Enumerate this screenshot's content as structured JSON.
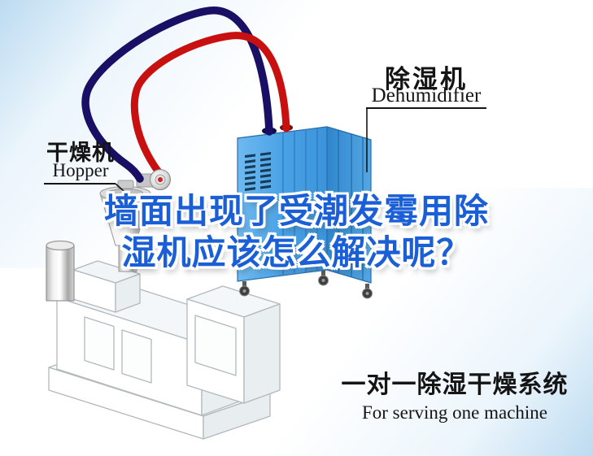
{
  "poster": {
    "labels": {
      "dehumidifier": {
        "cn": "除湿机",
        "en": "Dehumidifier"
      },
      "hopper": {
        "cn": "干燥机",
        "en": "Hopper"
      }
    },
    "headline": {
      "line1": "墙面出现了受潮发霉用除",
      "line2": "湿机应该怎么解决呢？"
    },
    "footer": {
      "cn": "一对一除湿干燥系统",
      "en": "For serving one machine"
    },
    "colors": {
      "headline_blue": "#1b5fd6",
      "pipe_red": "#c81010",
      "pipe_navy": "#191065",
      "machine_blue": "#4aa2e6",
      "machine_blue_dark": "#2f86cc",
      "corner_tint": "#b9d9f0",
      "label_text": "#141414",
      "fan_center_red": "#cc2222"
    }
  }
}
